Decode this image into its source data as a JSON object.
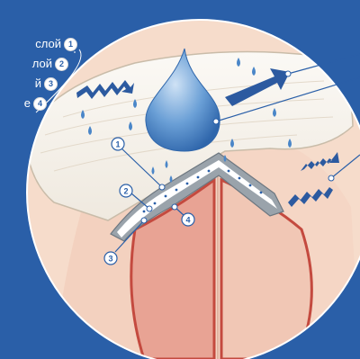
{
  "legend": [
    {
      "num": "1",
      "label": "слой"
    },
    {
      "num": "2",
      "label": "лой"
    },
    {
      "num": "3",
      "label": "й"
    },
    {
      "num": "4",
      "label": "е"
    }
  ],
  "callouts": [
    "1",
    "2",
    "3",
    "4"
  ],
  "colors": {
    "background": "#2a5fa8",
    "skin": "#f6d9c8",
    "tissue": "#e9aa9a",
    "pad": "#f7f4ee",
    "drop": "#4a86c8",
    "arrow": "#2c5aa0"
  }
}
